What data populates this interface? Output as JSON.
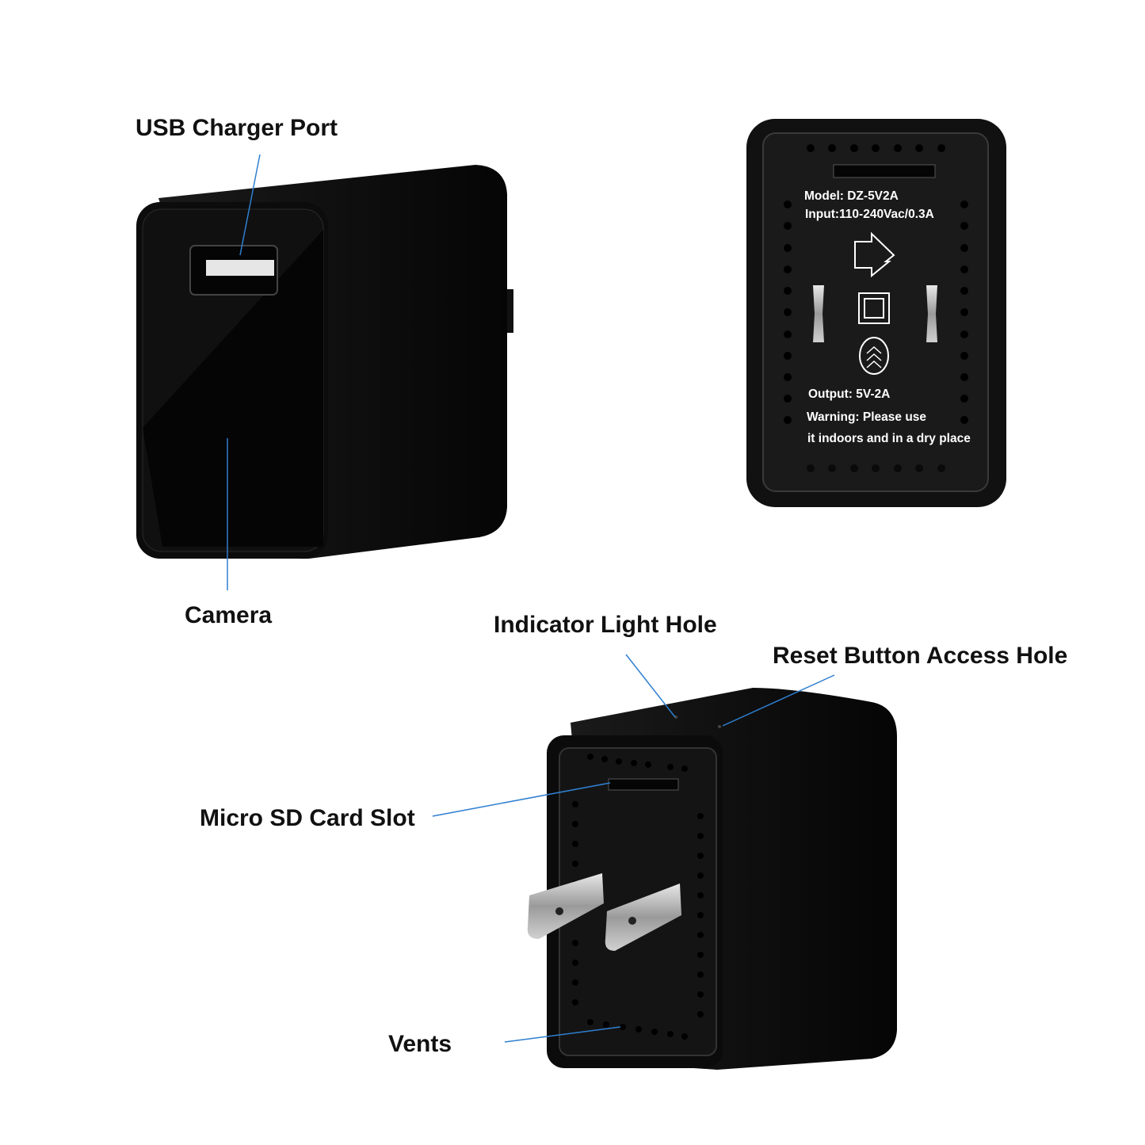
{
  "callouts": {
    "usb_port": "USB Charger Port",
    "camera": "Camera",
    "indicator": "Indicator Light Hole",
    "reset": "Reset Button Access Hole",
    "sd_slot": "Micro SD Card Slot",
    "vents": "Vents"
  },
  "back_panel": {
    "model": "Model: DZ-5V2A",
    "input": "Input:110-240Vac/0.3A",
    "output": "Output: 5V-2A",
    "warning_line1": "Warning: Please use",
    "warning_line2": "it indoors and in a dry place"
  },
  "colors": {
    "leader_line": "#2f7fd0",
    "device": "#0d0d0d"
  }
}
